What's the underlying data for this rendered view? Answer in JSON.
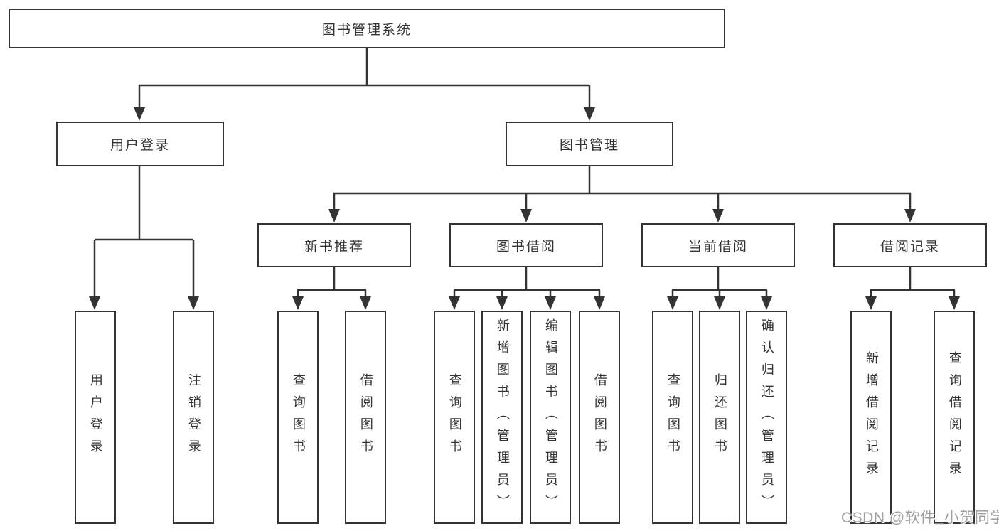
{
  "diagram_title": "图书管理系统",
  "tree": {
    "label": "图书管理系统",
    "children": [
      {
        "label": "用户登录",
        "children": [
          {
            "label": "用户登录"
          },
          {
            "label": "注销登录"
          }
        ]
      },
      {
        "label": "图书管理",
        "children": [
          {
            "label": "新书推荐",
            "children": [
              {
                "label": "查询图书"
              },
              {
                "label": "借阅图书"
              }
            ]
          },
          {
            "label": "图书借阅",
            "children": [
              {
                "label": "查询图书"
              },
              {
                "label": "新增图书（管理员）"
              },
              {
                "label": "编辑图书（管理员）"
              },
              {
                "label": "借阅图书"
              }
            ]
          },
          {
            "label": "当前借阅",
            "children": [
              {
                "label": "查询图书"
              },
              {
                "label": "归还图书"
              },
              {
                "label": "确认归还（管理员）"
              }
            ]
          },
          {
            "label": "借阅记录",
            "children": [
              {
                "label": "新增借阅记录"
              },
              {
                "label": "查询借阅记录"
              }
            ]
          }
        ]
      }
    ]
  },
  "watermark": "CSDN @软件_小贺同学",
  "colors": {
    "line": "#333333",
    "box_border": "#333333",
    "box_fill": "#ffffff",
    "text": "#333333",
    "watermark": "#9e9e9e",
    "background": "#ffffff"
  }
}
